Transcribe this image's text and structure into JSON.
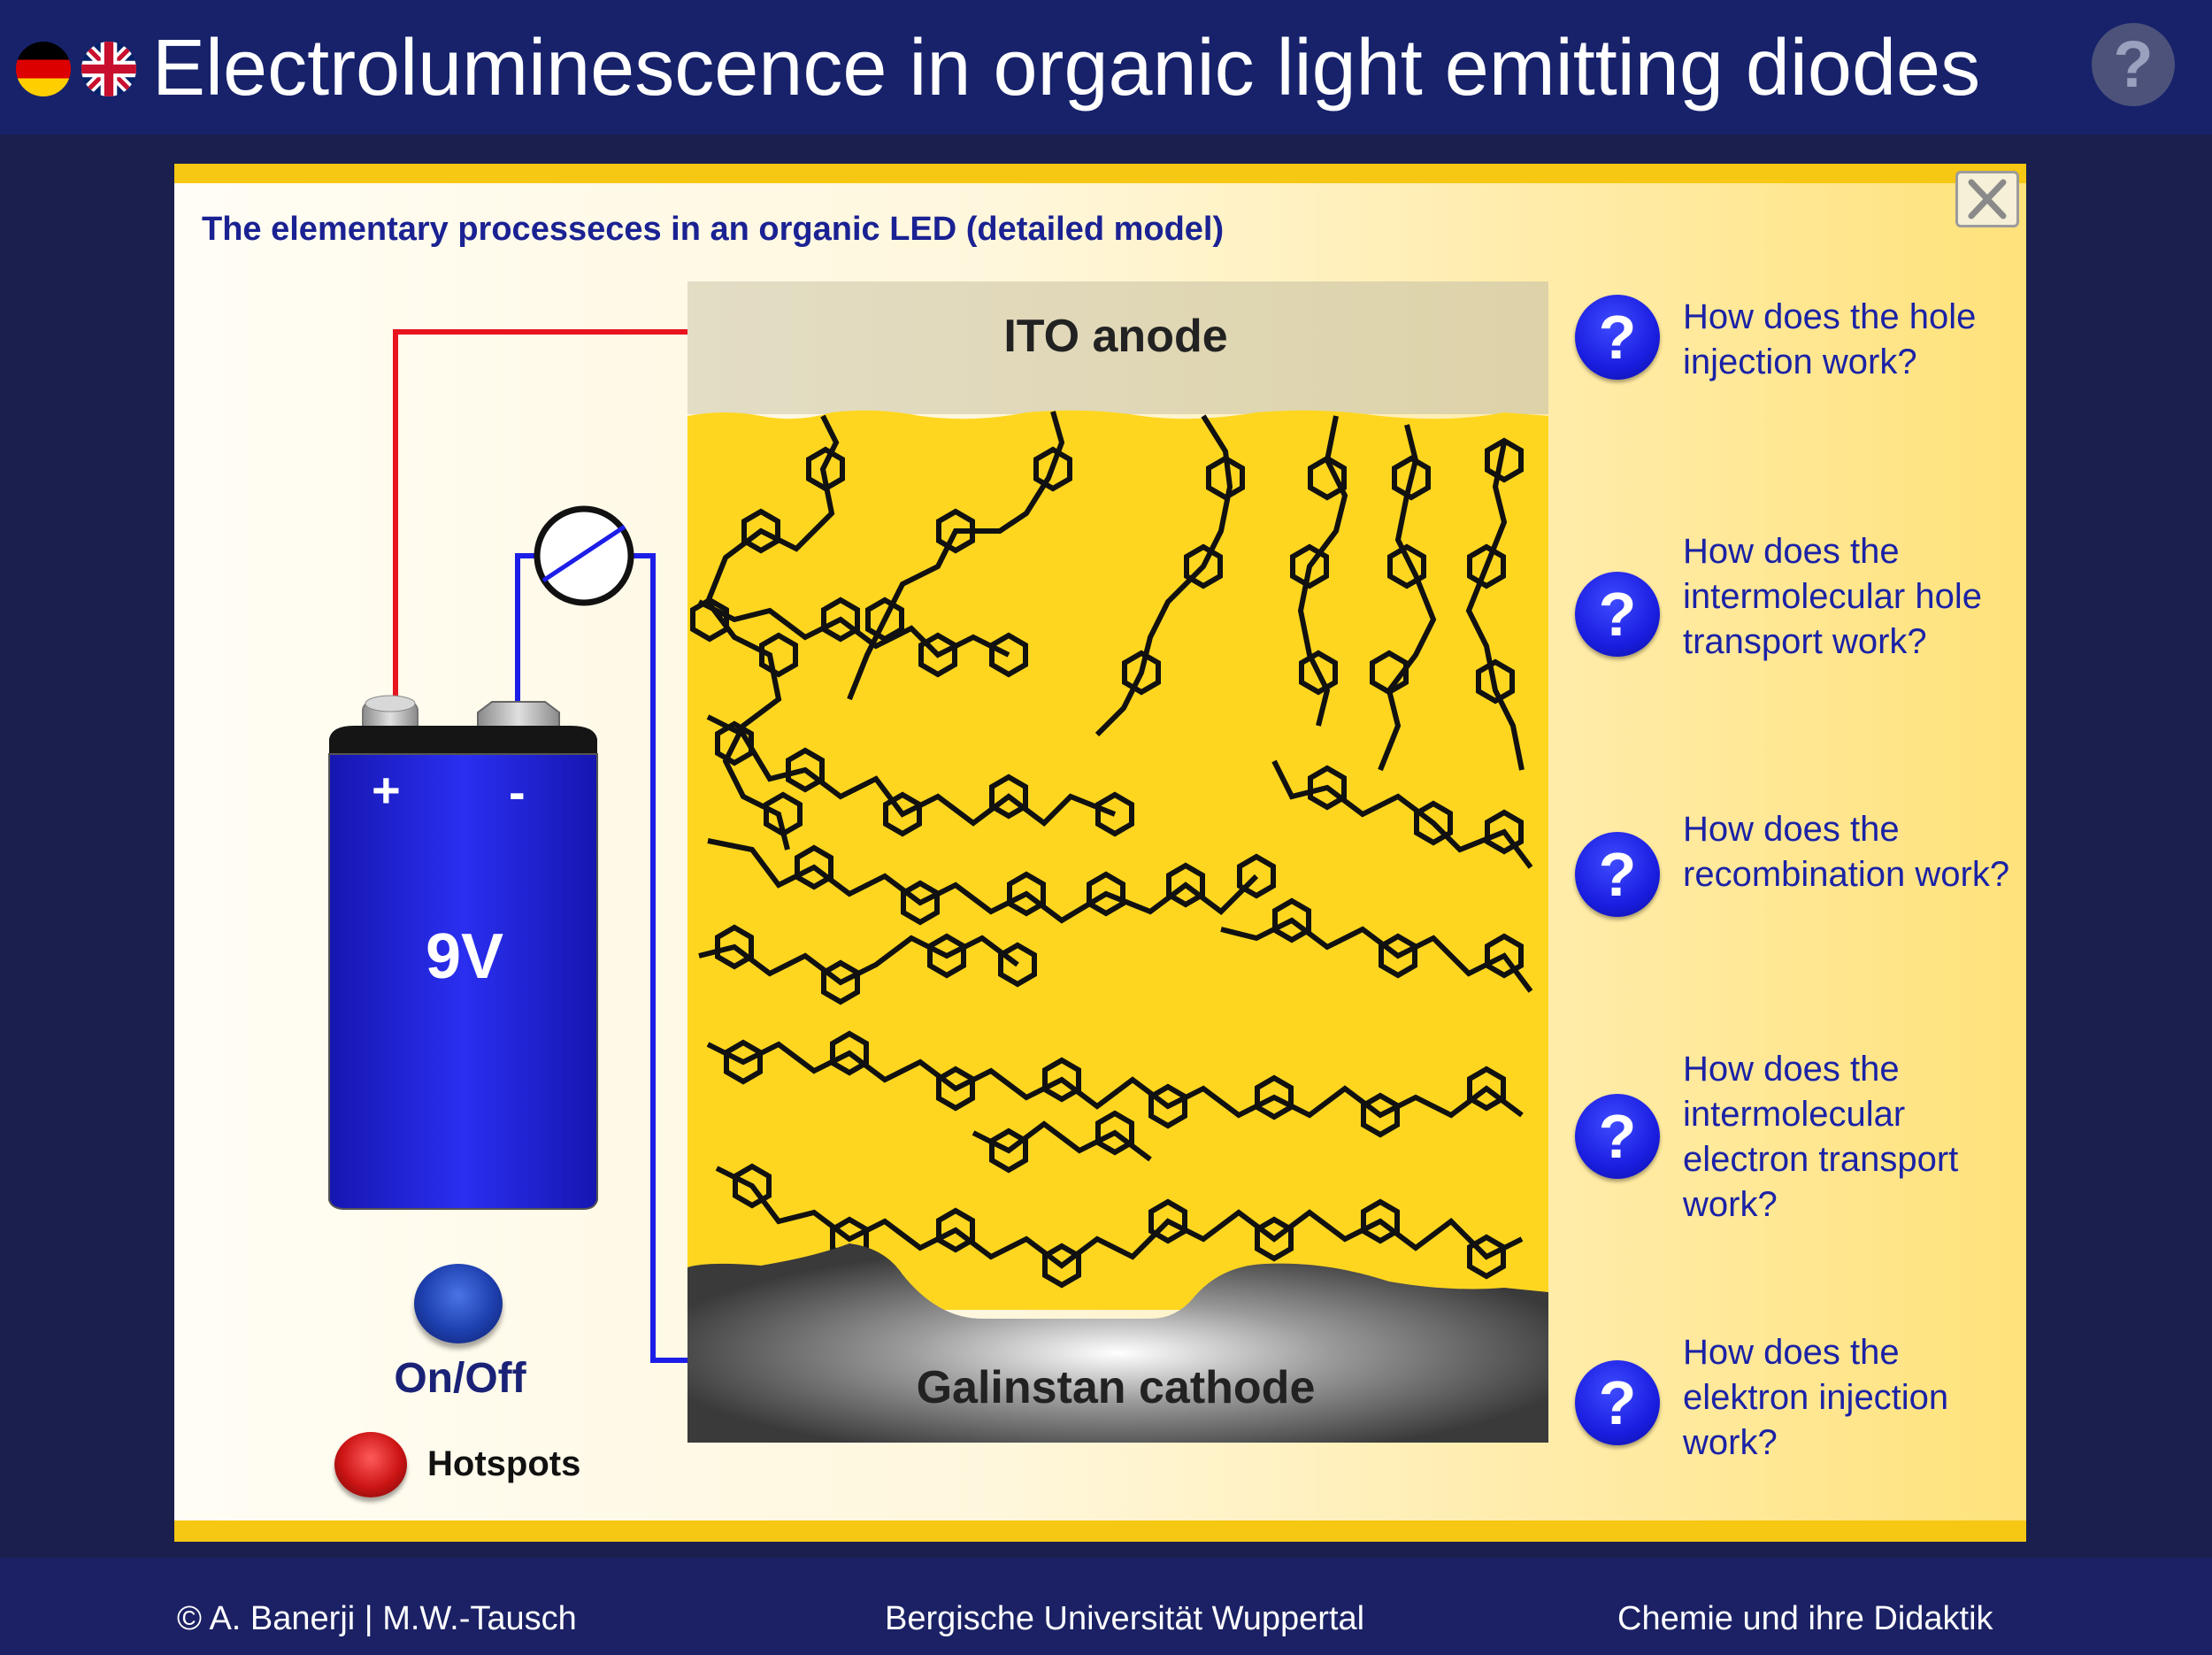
{
  "header": {
    "title": "Electroluminescence in organic light emitting diodes",
    "flags": [
      "german-flag",
      "uk-flag"
    ],
    "help_icon": "question-mark-icon"
  },
  "panel": {
    "subtitle": "The elementary processeces in an organic LED (detailed model)",
    "close_icon": "close-icon",
    "anode_label": "ITO anode",
    "cathode_label": "Galinstan cathode",
    "battery": {
      "plus": "+",
      "minus": "-",
      "voltage": "9V"
    },
    "onoff_label": "On/Off",
    "hotspots_label": "Hotspots",
    "questions": [
      {
        "mark": "?",
        "text": "How does the hole injection work?"
      },
      {
        "mark": "?",
        "text": "How does the intermolecular hole transport work?"
      },
      {
        "mark": "?",
        "text": "How does the recombination work?"
      },
      {
        "mark": "?",
        "text": "How does the intermolecular electron transport work?"
      },
      {
        "mark": "?",
        "text": "How does the elektron injection work?"
      }
    ]
  },
  "footer": {
    "authors": "© A. Banerji  |  M.W.-Tausch",
    "university": "Bergische Universität Wuppertal",
    "department": "Chemie und ihre Didaktik"
  },
  "colors": {
    "header_bg": "#17226b",
    "page_bg": "#1b1f4d",
    "organic_layer": "#ffd61f",
    "accent_blue": "#1a1ee0",
    "wire_red": "#e8141e",
    "wire_blue": "#1c1ee8"
  }
}
